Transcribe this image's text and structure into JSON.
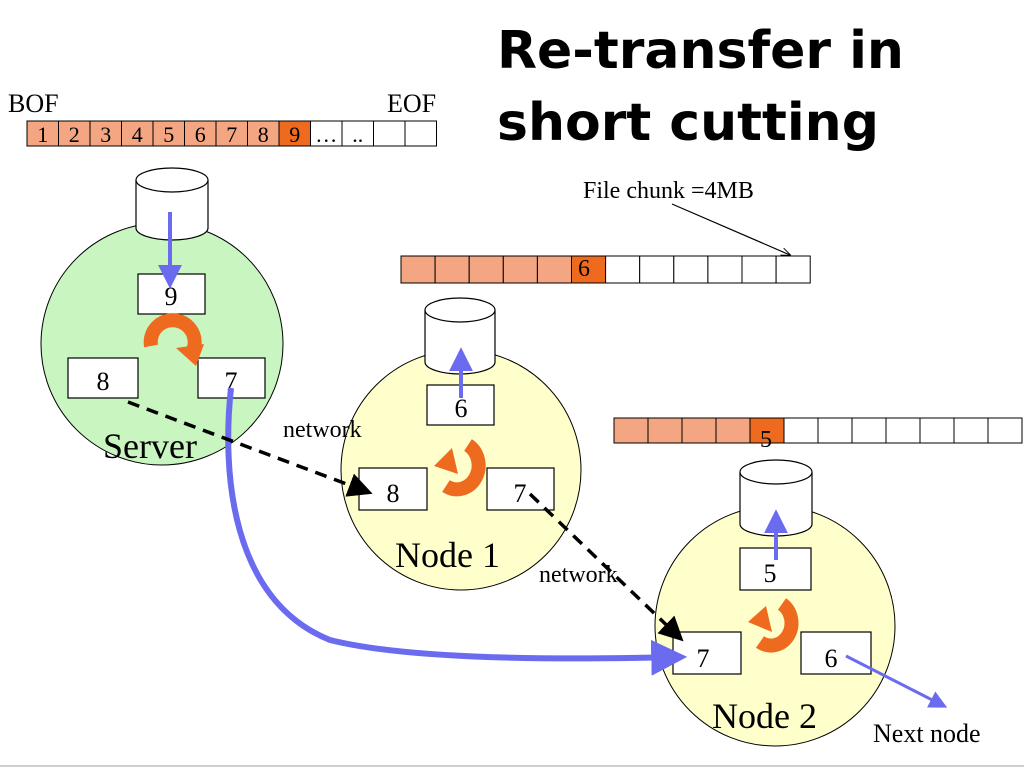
{
  "title": {
    "line1": "Re-transfer in",
    "line2": "short cutting"
  },
  "file_bar": {
    "bof_label": "BOF",
    "eof_label": "EOF",
    "cells": [
      "1",
      "2",
      "3",
      "4",
      "5",
      "6",
      "7",
      "8",
      "9",
      "…",
      "..",
      "",
      ""
    ]
  },
  "chunk_label": "File chunk =4MB",
  "node1_bar_label": "6",
  "node2_bar_label": "5",
  "server": {
    "name": "Server",
    "top_chunk": "9",
    "left_chunk": "8",
    "right_chunk": "7"
  },
  "node1": {
    "name": "Node 1",
    "top_chunk": "6",
    "left_chunk": "8",
    "right_chunk": "7"
  },
  "node2": {
    "name": "Node 2",
    "top_chunk": "5",
    "left_chunk": "7",
    "right_chunk": "6"
  },
  "network_label_1": "network",
  "network_label_2": "network",
  "next_node_label": "Next node",
  "colors": {
    "chunk_fill": "#f4a582",
    "chunk_highlight": "#ee6a1f",
    "server_fill": "#c8f5c0",
    "node_fill": "#ffffcc",
    "blue_arrow": "#6b6bf0"
  }
}
